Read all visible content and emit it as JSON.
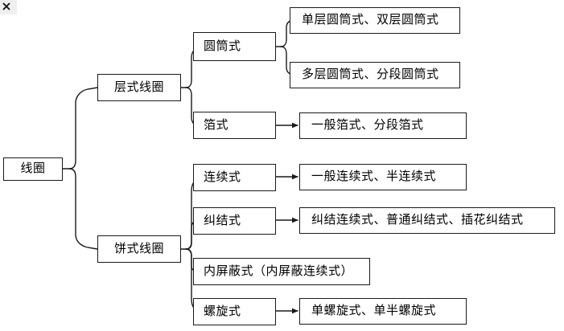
{
  "diagram": {
    "type": "tree",
    "title": "",
    "orientation": "left-to-right",
    "background_color": "#ffffff",
    "line_color": "#1a1a1a",
    "text_color": "#000000",
    "broken_image_icon": "broken-image-icon",
    "root": {
      "id": "root",
      "label": "线圈"
    },
    "level2": [
      {
        "id": "ceng-shi",
        "label": "层式线圈"
      },
      {
        "id": "bing-shi",
        "label": "饼式线圈"
      }
    ],
    "level3": [
      {
        "id": "yuan-tong-shi",
        "label": "圆筒式",
        "parent": "ceng-shi",
        "connector": "brace"
      },
      {
        "id": "bo-shi",
        "label": "箔式",
        "parent": "ceng-shi",
        "connector": "arrow"
      },
      {
        "id": "lian-xu-shi",
        "label": "连续式",
        "parent": "bing-shi",
        "connector": "arrow"
      },
      {
        "id": "jiu-jie-shi",
        "label": "纠结式",
        "parent": "bing-shi",
        "connector": "arrow"
      },
      {
        "id": "nei-ping-bi-shi",
        "label": "内屏蔽式（内屏蔽连续式）",
        "parent": "bing-shi",
        "connector": "none"
      },
      {
        "id": "luo-xuan-shi",
        "label": "螺旋式",
        "parent": "bing-shi",
        "connector": "arrow"
      }
    ],
    "level4": [
      {
        "id": "leaf-1",
        "label": "单层圆筒式、双层圆筒式",
        "parent": "yuan-tong-shi"
      },
      {
        "id": "leaf-2",
        "label": "多层圆筒式、分段圆筒式",
        "parent": "yuan-tong-shi"
      },
      {
        "id": "leaf-3",
        "label": "一般箔式、分段箔式",
        "parent": "bo-shi"
      },
      {
        "id": "leaf-4",
        "label": "一般连续式、半连续式",
        "parent": "lian-xu-shi"
      },
      {
        "id": "leaf-5",
        "label": "纠结连续式、普通纠结式、插花纠结式",
        "parent": "jiu-jie-shi"
      },
      {
        "id": "leaf-6",
        "label": "单螺旋式、单半螺旋式",
        "parent": "luo-xuan-shi"
      }
    ]
  }
}
